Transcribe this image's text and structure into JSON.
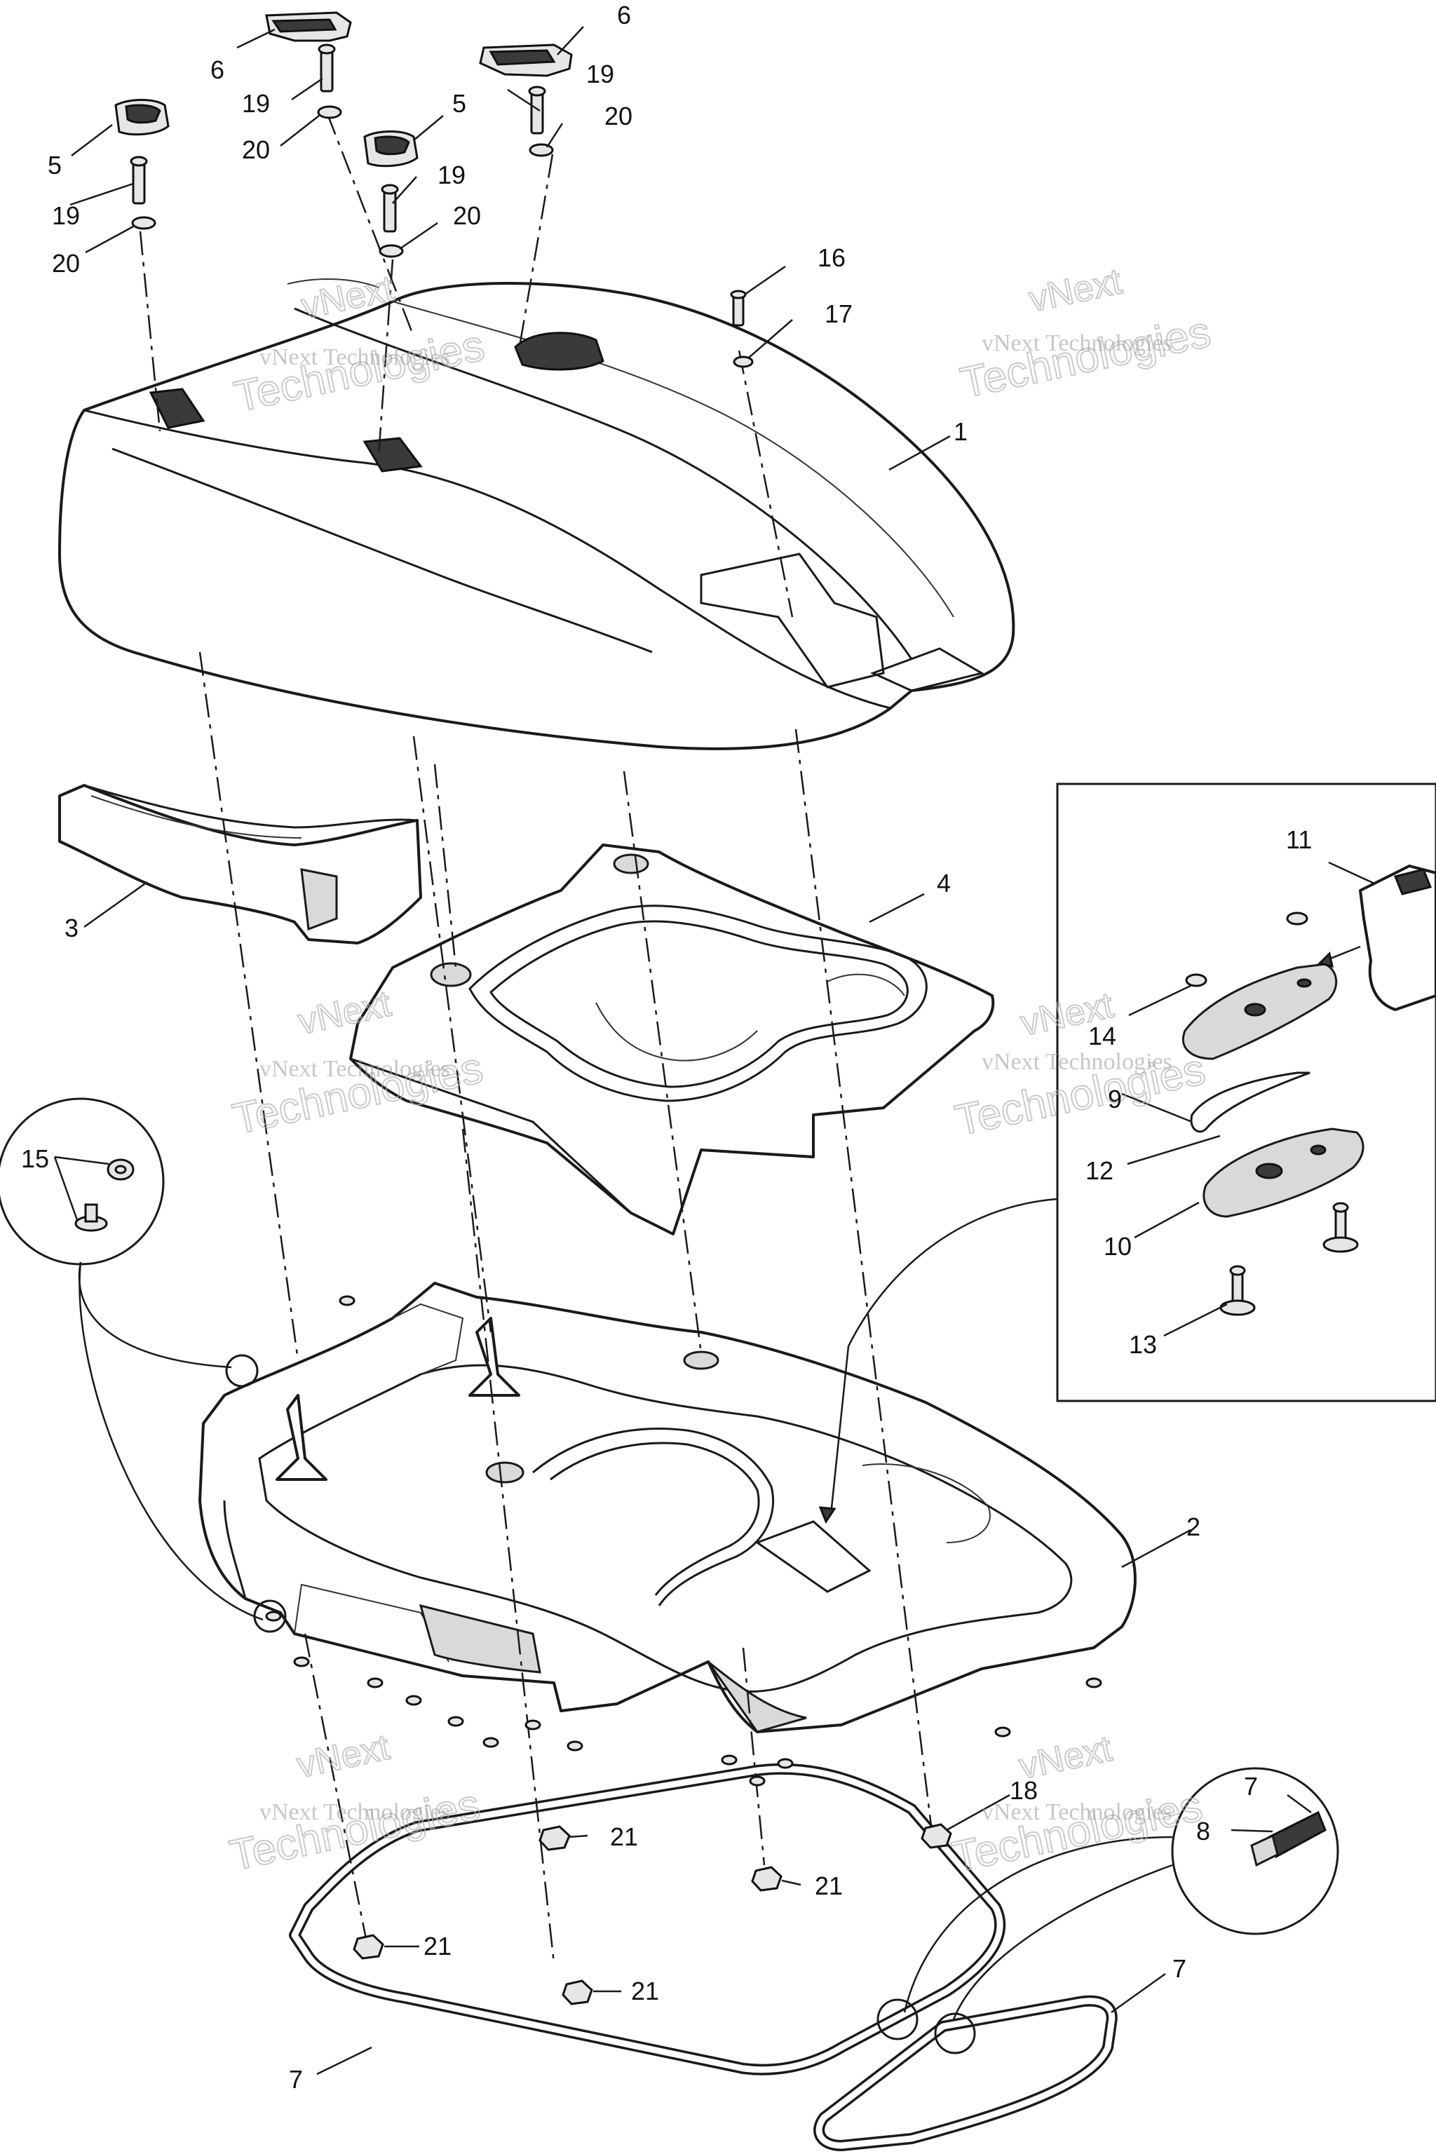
{
  "diagram": {
    "callouts": [
      "1",
      "2",
      "3",
      "4",
      "5",
      "5",
      "6",
      "6",
      "7",
      "7",
      "7",
      "8",
      "9",
      "10",
      "11",
      "12",
      "13",
      "14",
      "15",
      "16",
      "17",
      "18",
      "19",
      "19",
      "19",
      "20",
      "20",
      "20",
      "21",
      "21",
      "21",
      "21"
    ],
    "watermark": {
      "line1": "vNext",
      "line2": "Technologies",
      "caption": "vNext Technologies"
    }
  }
}
